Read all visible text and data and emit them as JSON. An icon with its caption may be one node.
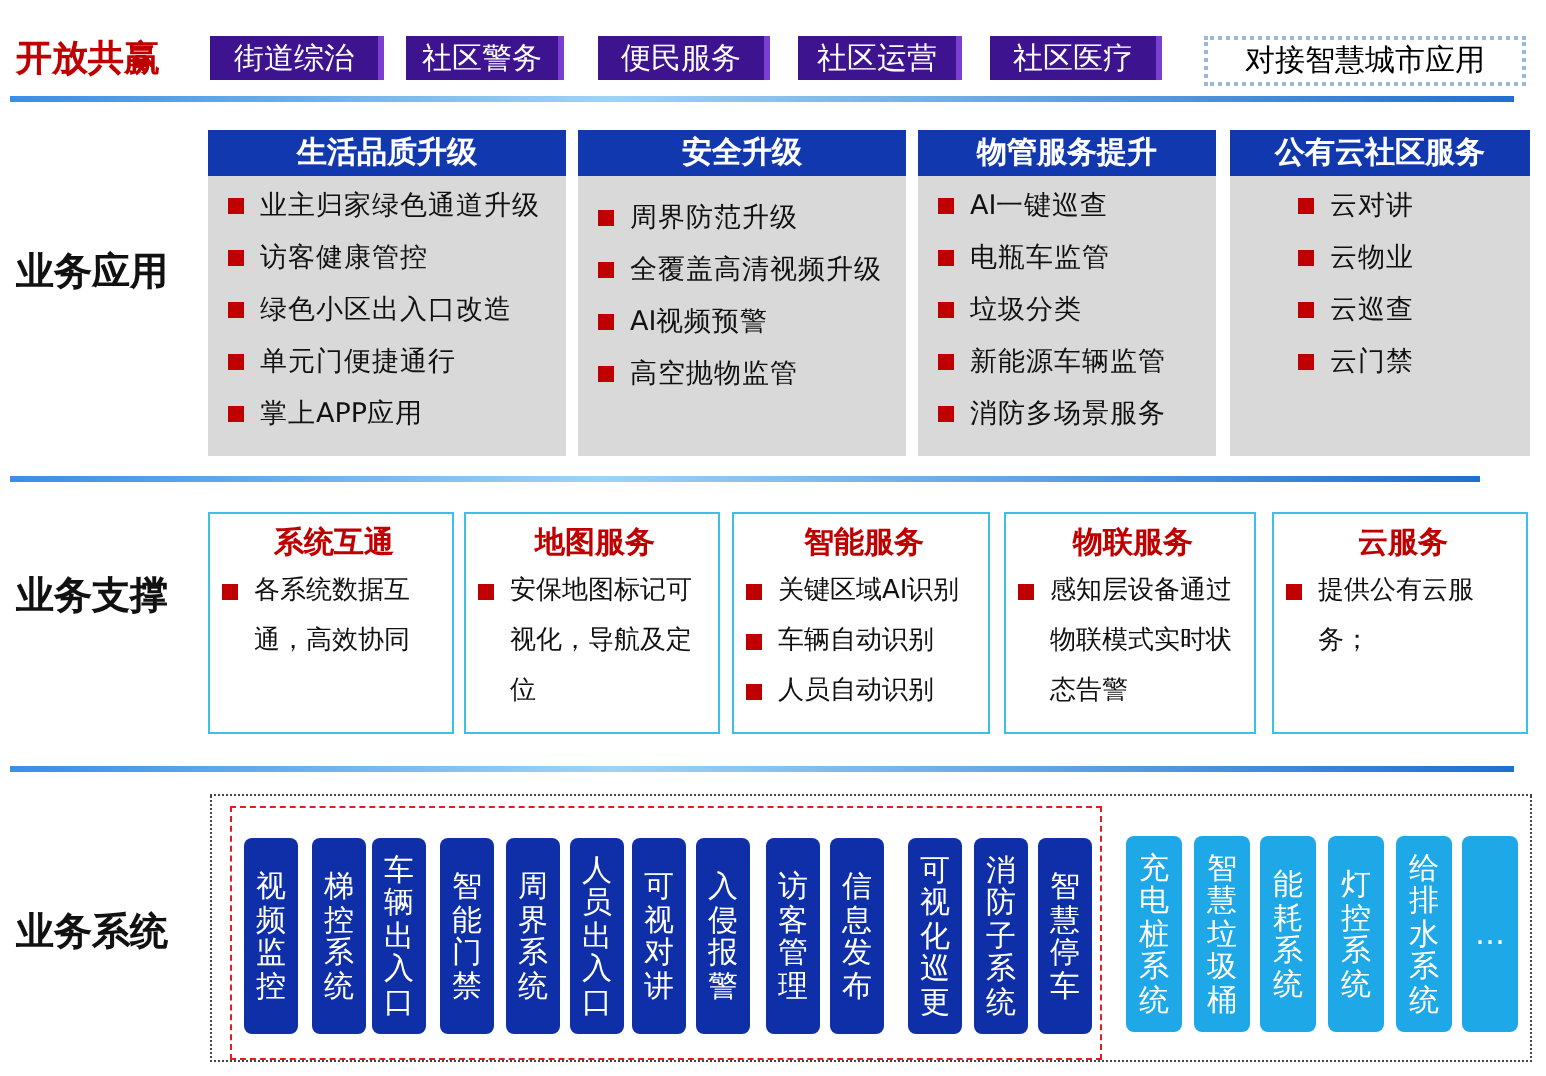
{
  "diagram": {
    "nodes": [
      {
        "text": [
          "街道综治"
        ]
      },
      {
        "text": [
          "社区警务"
        ]
      },
      {
        "text": [
          "便民服务"
        ]
      },
      {
        "text": [
          "社区运营"
        ]
      },
      {
        "text": [
          "社区医疗"
        ]
      },
      {
        "text": [
          "对接智慧城市应用"
        ]
      },
      {
        "text": [
          "生活品质升级",
          "业主归家绿色通道升级",
          "访客健康管控",
          "绿色小区出入口改造",
          "单元门便捷通行",
          "掌上APP应用"
        ]
      },
      {
        "text": [
          "安全升级",
          "周界防范升级",
          "全覆盖高清视频升级",
          "AI视频预警",
          "高空抛物监管"
        ]
      },
      {
        "text": [
          "物管服务提升",
          "AI一键巡查",
          "电瓶车监管",
          "垃圾分类",
          "新能源车辆监管",
          "消防多场景服务"
        ]
      },
      {
        "text": [
          "公有云社区服务",
          "云对讲",
          "云物业",
          "云巡查",
          "云门禁"
        ]
      },
      {
        "text": [
          "系统互通",
          "各系统数据互通，高效协同"
        ]
      },
      {
        "text": [
          "地图服务",
          "安保地图标记可视化，导航及定位"
        ]
      },
      {
        "text": [
          "智能服务",
          "关键区域AI识别",
          "车辆自动识别",
          "人员自动识别"
        ]
      },
      {
        "text": [
          "物联服务",
          "感知层设备通过物联模式实时状态告警"
        ]
      },
      {
        "text": [
          "云服务",
          "提供公有云服务；"
        ]
      },
      {
        "text": [],
        "shape": "box"
      },
      {
        "text": [],
        "shape": "box",
        "in": 15
      },
      {
        "text": [
          "视频监控"
        ],
        "in": 16
      },
      {
        "text": [
          "梯控系统"
        ],
        "in": 16
      },
      {
        "text": [
          "车辆出入口"
        ],
        "in": 16
      },
      {
        "text": [
          "智能门禁"
        ],
        "in": 16
      },
      {
        "text": [
          "周界系统"
        ],
        "in": 16
      },
      {
        "text": [
          "人员出入口"
        ],
        "in": 16
      },
      {
        "text": [
          "可视对讲"
        ],
        "in": 16
      },
      {
        "text": [
          "入侵报警"
        ],
        "in": 16
      },
      {
        "text": [
          "访客管理"
        ],
        "in": 16
      },
      {
        "text": [
          "信息发布"
        ],
        "in": 16
      },
      {
        "text": [
          "可视化巡更"
        ],
        "in": 16
      },
      {
        "text": [
          "消防子系统"
        ],
        "in": 16
      },
      {
        "text": [
          "智慧停车"
        ],
        "in": 16
      },
      {
        "text": [
          "充电桩系统"
        ],
        "in": 15
      },
      {
        "text": [
          "智慧垃圾桶"
        ],
        "in": 15
      },
      {
        "text": [
          "能耗系统"
        ],
        "in": 15
      },
      {
        "text": [
          "灯控系统"
        ],
        "in": 15
      },
      {
        "text": [
          "给排水系统"
        ],
        "in": 15
      },
      {
        "text": [
          "…"
        ],
        "in": 15
      }
    ],
    "labels": [
      "开放共赢",
      "业务应用",
      "业务支撑",
      "业务系统"
    ]
  }
}
